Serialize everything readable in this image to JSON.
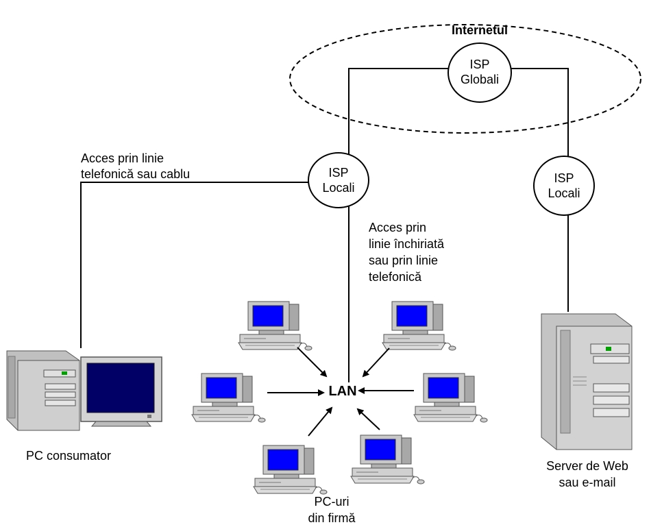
{
  "internet_label": "Internetul",
  "isp_global": {
    "line1": "ISP",
    "line2": "Globali"
  },
  "isp_local_left": {
    "line1": "ISP",
    "line2": "Locali"
  },
  "isp_local_right": {
    "line1": "ISP",
    "line2": "Locali"
  },
  "dialup_label": {
    "line1": "Acces prin linie",
    "line2": "telefonică sau cablu"
  },
  "leased_label": {
    "line1": "Acces prin",
    "line2": "linie închiriată",
    "line3": "sau prin linie",
    "line4": "telefonică"
  },
  "lan_label": "LAN",
  "consumer_pc_label": "PC consumator",
  "company_pcs_label": {
    "line1": "PC-uri",
    "line2": "din firmă"
  },
  "server_label": {
    "line1": "Server de Web",
    "line2": "sau e-mail"
  },
  "colors": {
    "screen_blue": "#0000ff",
    "case_gray": "#b8b8b8",
    "line": "#000000"
  }
}
